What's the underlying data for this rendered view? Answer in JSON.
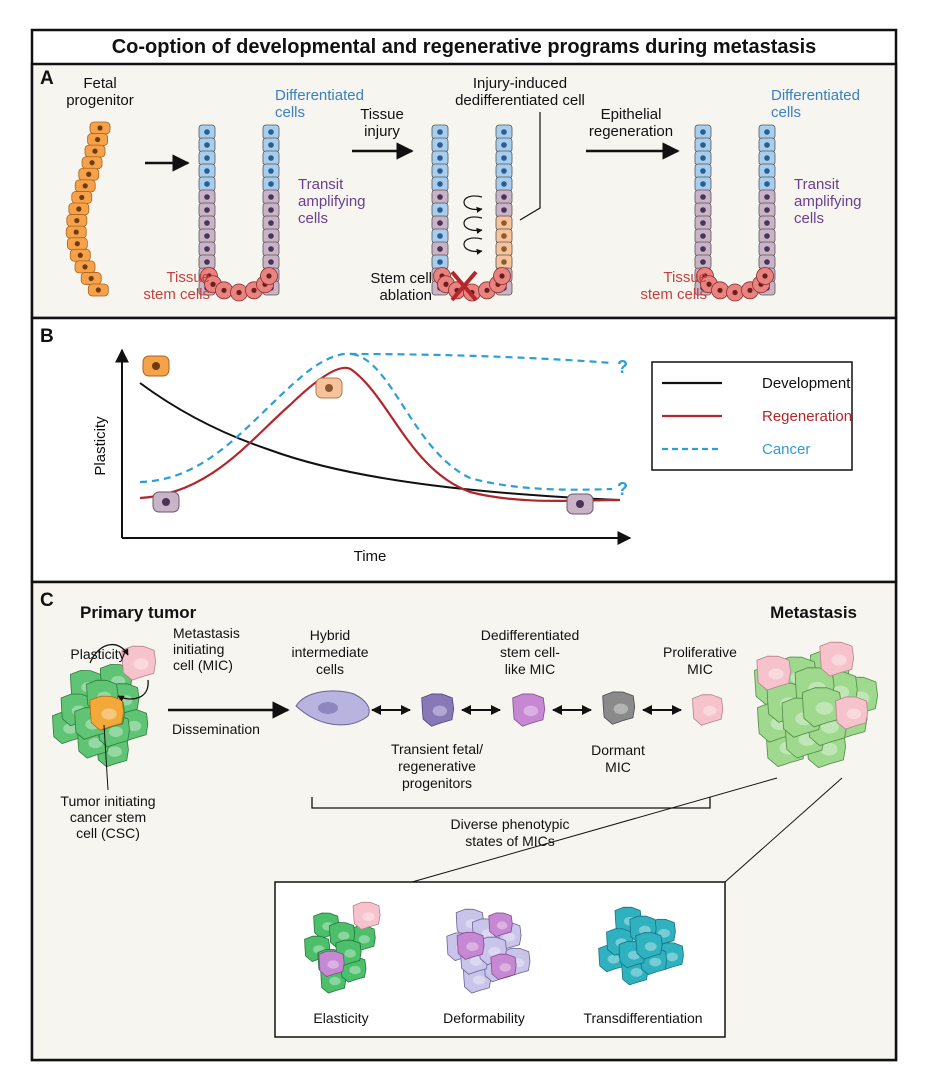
{
  "title": "Co-option of developmental and regenerative programs during metastasis",
  "panel_a": {
    "letter": "A",
    "fetal": [
      "Fetal",
      "progenitor"
    ],
    "diff1": [
      "Differentiated",
      "cells"
    ],
    "transit1": [
      "Transit",
      "amplifying",
      "cells"
    ],
    "stem1": [
      "Tissue",
      "stem cells"
    ],
    "injury_arrow": [
      "Tissue",
      "injury"
    ],
    "dediff": [
      "Injury-induced",
      "dedifferentiated cell"
    ],
    "ablation": [
      "Stem cell",
      "ablation"
    ],
    "regen_arrow": [
      "Epithelial",
      "regeneration"
    ],
    "diff2": [
      "Differentiated",
      "cells"
    ],
    "transit2": [
      "Transit",
      "amplifying",
      "cells"
    ],
    "stem2": [
      "Tissue",
      "stem cells"
    ]
  },
  "panel_b": {
    "letter": "B",
    "ylabel": "Plasticity",
    "xlabel": "Time",
    "q1": "?",
    "q2": "?",
    "legend": [
      {
        "label": "Development",
        "color": "#111111",
        "dash": false
      },
      {
        "label": "Regeneration",
        "color": "#b3262c",
        "dash": false
      },
      {
        "label": "Cancer",
        "color": "#2b9fd6",
        "dash": true
      }
    ]
  },
  "panel_c": {
    "letter": "C",
    "primary": "Primary tumor",
    "metastasis": "Metastasis",
    "plasticity": "Plasticity",
    "mic": [
      "Metastasis",
      "initiating",
      "cell (MIC)"
    ],
    "dissemination": "Dissemination",
    "csc": [
      "Tumor initiating",
      "cancer stem",
      "cell (CSC)"
    ],
    "hybrid": [
      "Hybrid",
      "intermediate",
      "cells"
    ],
    "transient": [
      "Transient fetal/",
      "regenerative",
      "progenitors"
    ],
    "dediff_mic": [
      "Dedifferentiated",
      "stem cell-",
      "like MIC"
    ],
    "dormant": [
      "Dormant",
      "MIC"
    ],
    "prolif": [
      "Proliferative",
      "MIC"
    ],
    "diverse": [
      "Diverse phenotypic",
      "states of MICs"
    ],
    "elasticity": "Elasticity",
    "deformability": "Deformability",
    "transdiff": "Transdifferentiation"
  },
  "colors": {
    "blue_text": "#3a7fc1",
    "purple_text": "#6b3f8f",
    "red_text": "#c7403f",
    "orange": "#f29a3a",
    "cancer_blue": "#2b9fd6",
    "regen_red": "#b3262c"
  }
}
